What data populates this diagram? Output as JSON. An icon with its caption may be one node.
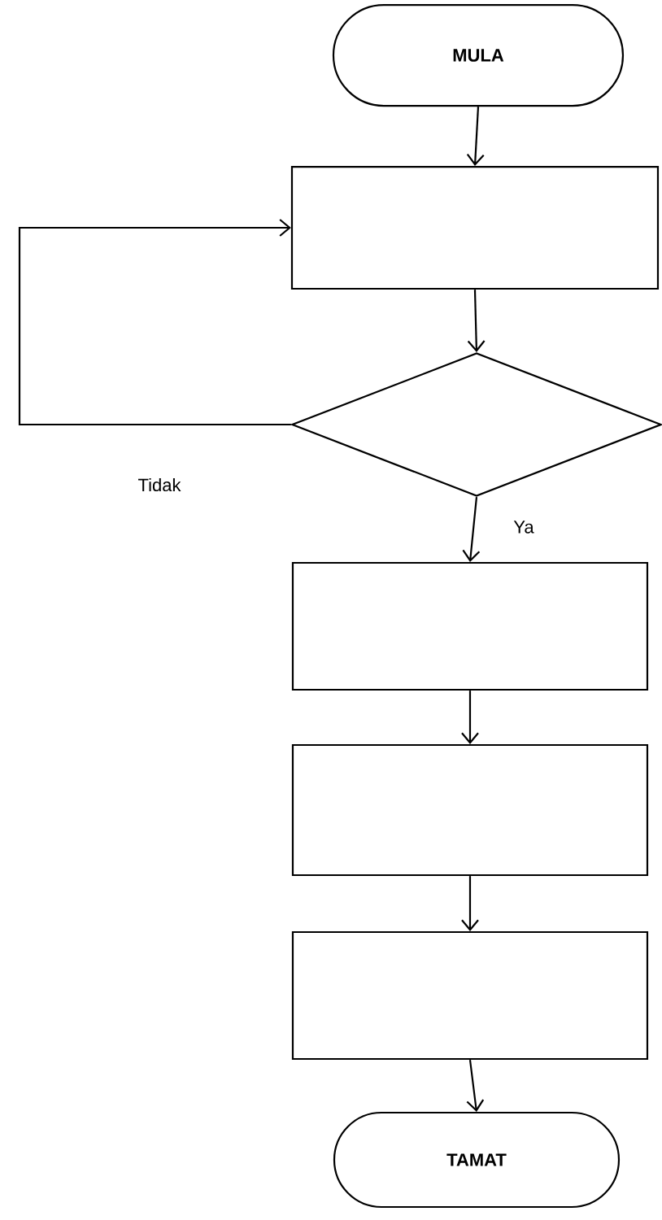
{
  "diagram": {
    "nodes": [
      {
        "text": [
          "MULA"
        ]
      },
      {
        "text": [],
        "shape": "box"
      },
      {
        "text": [],
        "shape": "diamond"
      },
      {
        "text": [],
        "shape": "box"
      },
      {
        "text": [],
        "shape": "box"
      },
      {
        "text": [],
        "shape": "box"
      },
      {
        "text": [
          "TAMAT"
        ]
      }
    ],
    "edges": [
      {
        "from": 0,
        "to": 1,
        "arrow": "to"
      },
      {
        "from": 1,
        "to": 2,
        "arrow": "to"
      },
      {
        "from": 2,
        "to": 1,
        "arrow": "to",
        "label": "Tidak"
      },
      {
        "from": 2,
        "to": 3,
        "arrow": "to",
        "label": "Ya"
      },
      {
        "from": 3,
        "to": 4,
        "arrow": "to"
      },
      {
        "from": 4,
        "to": 5,
        "arrow": "to"
      },
      {
        "from": 5,
        "to": 6,
        "arrow": "to"
      }
    ]
  }
}
